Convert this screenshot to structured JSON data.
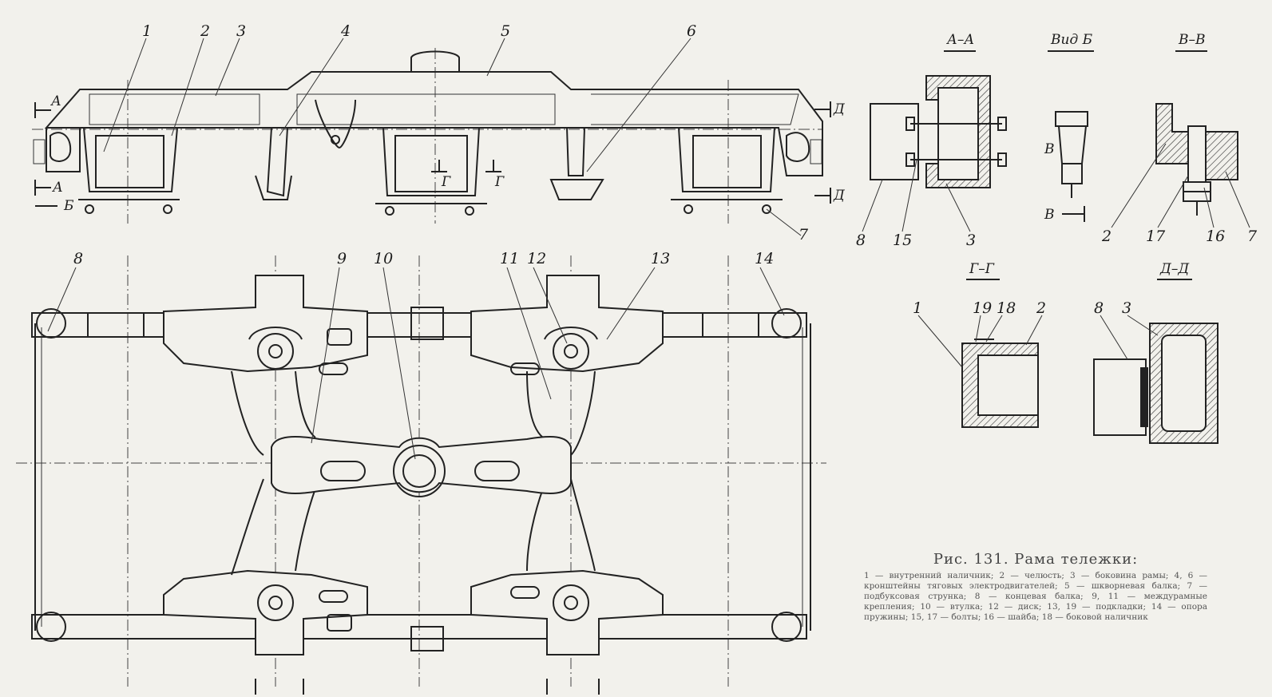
{
  "callouts": {
    "top": [
      "1",
      "2",
      "3",
      "4",
      "5",
      "6"
    ],
    "top_bottom": [
      "7"
    ],
    "plan": [
      "8",
      "9",
      "10",
      "11",
      "12",
      "13",
      "14"
    ],
    "section_aa": [
      "8",
      "15",
      "3"
    ],
    "section_vv": [
      "2",
      "17",
      "16",
      "7"
    ],
    "section_gg": [
      "1",
      "19",
      "18",
      "2"
    ],
    "section_dd": [
      "8",
      "3"
    ]
  },
  "section_titles": {
    "aa": "А–А",
    "view_b": "Вид Б",
    "vv": "В–В",
    "gg": "Г–Г",
    "dd": "Д–Д"
  },
  "cut_marks": {
    "a": "А",
    "b": "Б",
    "d": "Д",
    "g": "Г",
    "v": "В"
  },
  "caption": {
    "title": "Рис. 131. Рама тележки:",
    "legend": "1 — внутренний наличник; 2 — челюсть; 3 — боковина рамы; 4, 6 — кронштейны тяговых электродвигателей; 5 — шкворневая балка; 7 — подбуксовая струнка; 8 — концевая балка; 9, 11 — междурамные крепления; 10 — втулка; 12 — диск; 13, 19 — подкладки; 14 — опора пружины; 15, 17 — болты; 16 — шайба; 18 — боковой наличник"
  }
}
